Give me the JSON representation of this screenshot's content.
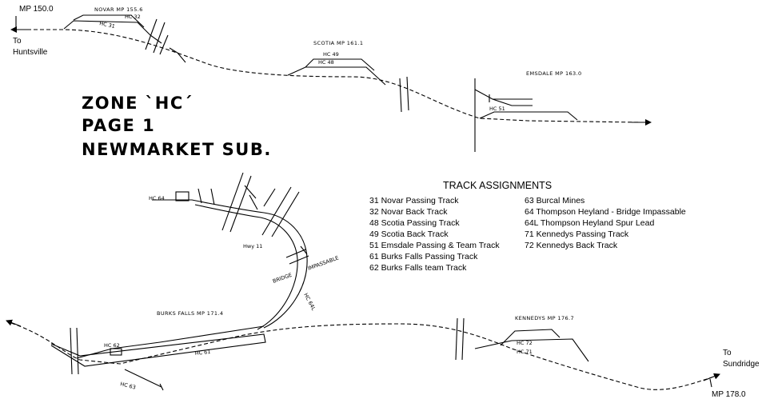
{
  "zone": {
    "line1": "ZONE `HC´",
    "line2": "PAGE 1",
    "line3": "NEWMARKET SUB."
  },
  "endpoints": {
    "mp_start": "MP 150.0",
    "to_huntsville_1": "To",
    "to_huntsville_2": "Huntsville",
    "to_sundridge_1": "To",
    "to_sundridge_2": "Sundridge",
    "mp_end": "MP 178.0"
  },
  "stations": {
    "novar": "NOVAR  MP 155.6",
    "scotia": "SCOTIA  MP 161.1",
    "emsdale": "EMSDALE  MP 163.0",
    "burks_falls": "BURKS FALLS  MP 171.4",
    "kennedys": "KENNEDYS MP 176.7"
  },
  "track_labels": {
    "hc31": "HC 31",
    "hc32": "HC 32",
    "hc48": "HC 48",
    "hc49": "HC 49",
    "hc51": "HC 51",
    "hc61": "HC 61",
    "hc62": "HC 62",
    "hc63": "HC 63",
    "hc64": "HC 64",
    "hc64l": "HC 64L",
    "hc71": "HC 71",
    "hc72": "HC 72"
  },
  "annotations": {
    "hwy11": "Hwy 11",
    "bridge": "BRIDGE",
    "impassable": "IMPASSABLE"
  },
  "assignments": {
    "title": "TRACK ASSIGNMENTS",
    "left": [
      "31  Novar Passing Track",
      "32  Novar Back Track",
      "48  Scotia Passing Track",
      "49  Scotia Back Track",
      "51  Emsdale Passing & Team Track",
      "61  Burks Falls Passing Track",
      "62  Burks Falls team Track"
    ],
    "right": [
      "63  Burcal Mines",
      "64  Thompson Heyland - Bridge Impassable",
      "64L  Thompson Heyland Spur Lead",
      "71  Kennedys Passing Track",
      "72  Kennedys Back Track"
    ]
  },
  "colors": {
    "ink": "#000000",
    "background": "#ffffff"
  }
}
